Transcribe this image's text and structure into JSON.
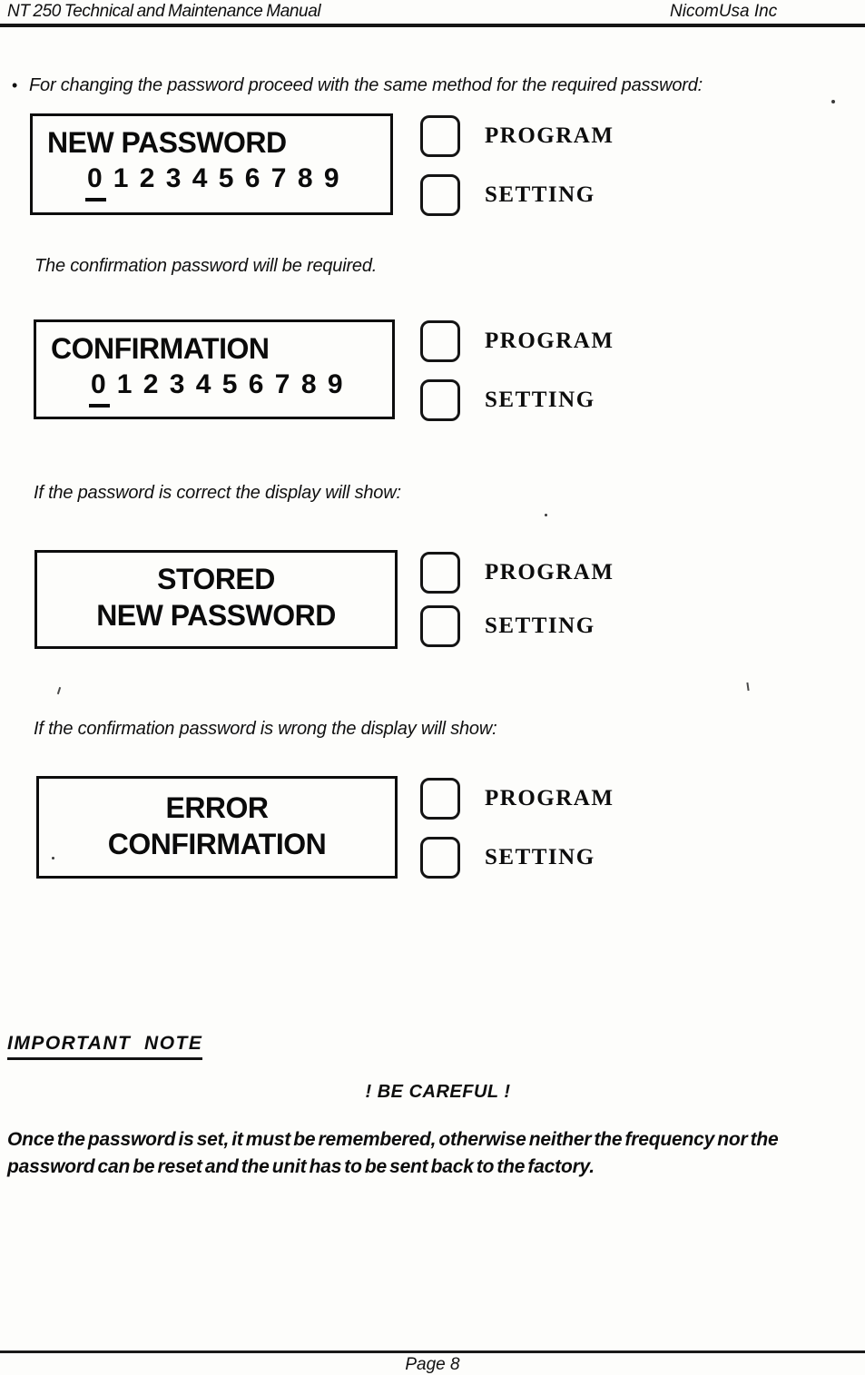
{
  "header": {
    "left": "NT 250 Technical and Maintenance Manual",
    "right": "NicomUsa Inc"
  },
  "bullet_line": "For changing the password proceed with the same method for the required password:",
  "sections": [
    {
      "display": {
        "title": "NEW PASSWORD",
        "digit_selected": "0",
        "digit_rest": "1 2 3 4 5 6 7 8 9"
      },
      "buttons": {
        "program": "PROGRAM",
        "setting": "SETTING"
      }
    },
    {
      "intro": "The confirmation password will be required.",
      "display": {
        "title": "CONFIRMATION",
        "digit_selected": "0",
        "digit_rest": "1 2 3 4 5 6 7 8 9"
      },
      "buttons": {
        "program": "PROGRAM",
        "setting": "SETTING"
      }
    },
    {
      "intro": "If the password is correct the display will show:",
      "display": {
        "line1": "STORED",
        "line2": "NEW PASSWORD"
      },
      "buttons": {
        "program": "PROGRAM",
        "setting": "SETTING"
      }
    },
    {
      "intro": "If the confirmation password is wrong the display will show:",
      "display": {
        "line1": "ERROR",
        "line2": "CONFIRMATION"
      },
      "buttons": {
        "program": "PROGRAM",
        "setting": "SETTING"
      }
    }
  ],
  "note": {
    "heading": "IMPORTANT  NOTE",
    "caution": "! BE CAREFUL !",
    "body": "Once the password is set, it must be remembered, otherwise neither the frequency nor the password can be reset and the unit has to be sent back to the factory."
  },
  "footer": {
    "page": "Page 8"
  },
  "colors": {
    "ink": "#111111",
    "paper": "#fdfdfb"
  }
}
